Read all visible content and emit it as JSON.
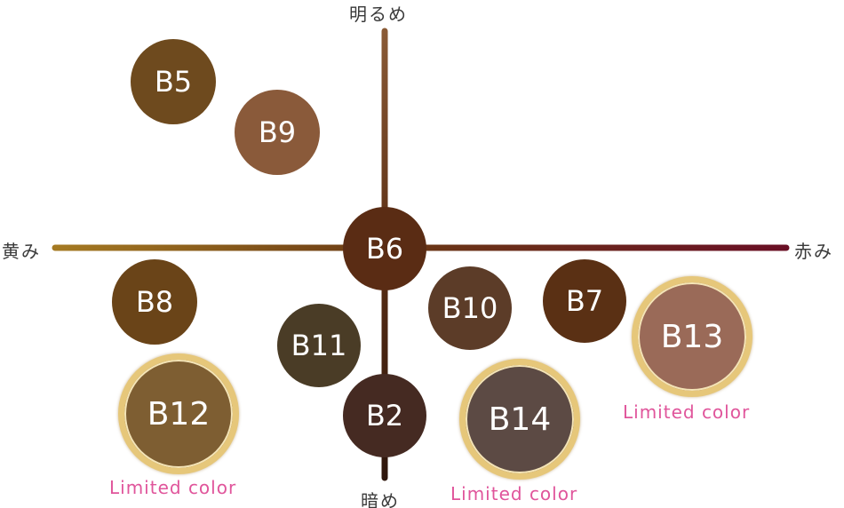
{
  "axes": {
    "top": "明るめ",
    "bottom": "暗め",
    "left": "黄み",
    "right": "赤み",
    "colors": {
      "top": "#8a5a35",
      "bottom": "#3a1c10",
      "left": "#a57a22",
      "right": "#6a0f25",
      "center": "#5a2e14"
    }
  },
  "swatches": [
    {
      "id": "B5",
      "label": "B5",
      "color": "#6e4a1e",
      "limited": false
    },
    {
      "id": "B9",
      "label": "B9",
      "color": "#8a5a3a",
      "limited": false
    },
    {
      "id": "B6",
      "label": "B6",
      "color": "#5a2c14",
      "limited": false
    },
    {
      "id": "B8",
      "label": "B8",
      "color": "#6a4418",
      "limited": false
    },
    {
      "id": "B11",
      "label": "B11",
      "color": "#4a3c26",
      "limited": false
    },
    {
      "id": "B10",
      "label": "B10",
      "color": "#5c3c28",
      "limited": false
    },
    {
      "id": "B7",
      "label": "B7",
      "color": "#5a3014",
      "limited": false
    },
    {
      "id": "B2",
      "label": "B2",
      "color": "#452a22",
      "limited": false
    },
    {
      "id": "B12",
      "label": "B12",
      "color": "#7e5e32",
      "limited": true
    },
    {
      "id": "B14",
      "label": "B14",
      "color": "#5c4a44",
      "limited": true
    },
    {
      "id": "B13",
      "label": "B13",
      "color": "#9a6a58",
      "limited": true
    }
  ],
  "limited_label": "Limited color",
  "limited_color": "#e0559b",
  "ring_color": "#e6c77a"
}
